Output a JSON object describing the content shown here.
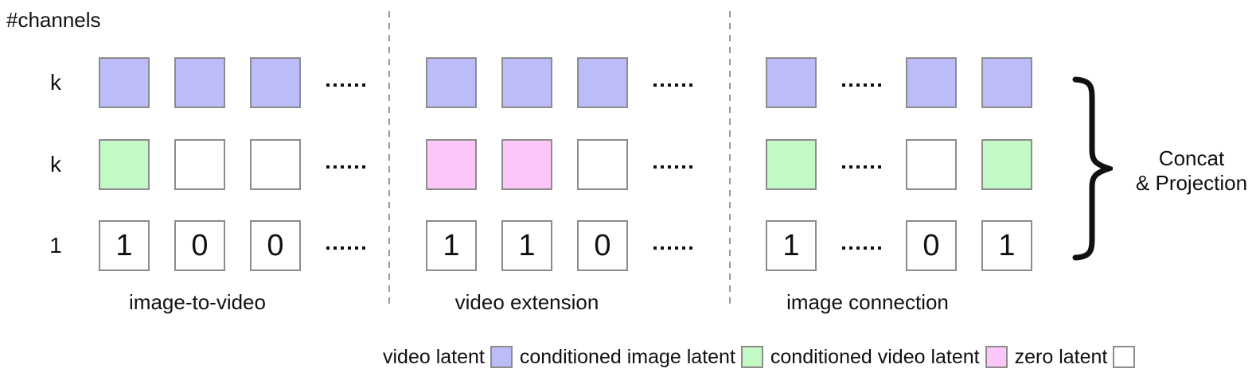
{
  "channels_label": "#channels",
  "row_labels": [
    "k",
    "k",
    "1"
  ],
  "ellipsis": "......",
  "colors": {
    "video": "#bcbcf8",
    "image_cond": "#c3f9c4",
    "video_cond": "#fcc6f8",
    "zero": "#ffffff",
    "border": "#8c8c8c",
    "dot": "#111111"
  },
  "panels": [
    {
      "label": "image-to-video",
      "rows": [
        [
          {
            "fill": "video"
          },
          {
            "fill": "video"
          },
          {
            "fill": "video"
          },
          {
            "dots": true
          }
        ],
        [
          {
            "fill": "image_cond"
          },
          {
            "fill": "zero"
          },
          {
            "fill": "zero"
          },
          {
            "dots": true
          }
        ],
        [
          {
            "fill": "zero",
            "text": "1"
          },
          {
            "fill": "zero",
            "text": "0"
          },
          {
            "fill": "zero",
            "text": "0"
          },
          {
            "dots": true
          }
        ]
      ]
    },
    {
      "label": "video extension",
      "rows": [
        [
          {
            "fill": "video"
          },
          {
            "fill": "video"
          },
          {
            "fill": "video"
          },
          {
            "dots": true
          }
        ],
        [
          {
            "fill": "video_cond"
          },
          {
            "fill": "video_cond"
          },
          {
            "fill": "zero"
          },
          {
            "dots": true
          }
        ],
        [
          {
            "fill": "zero",
            "text": "1"
          },
          {
            "fill": "zero",
            "text": "1"
          },
          {
            "fill": "zero",
            "text": "0"
          },
          {
            "dots": true
          }
        ]
      ]
    },
    {
      "label": "image connection",
      "rows": [
        [
          {
            "fill": "video"
          },
          {
            "dots": true
          },
          {
            "fill": "video"
          },
          {
            "fill": "video"
          }
        ],
        [
          {
            "fill": "image_cond"
          },
          {
            "dots": true
          },
          {
            "fill": "zero"
          },
          {
            "fill": "image_cond"
          }
        ],
        [
          {
            "fill": "zero",
            "text": "1"
          },
          {
            "dots": true
          },
          {
            "fill": "zero",
            "text": "0"
          },
          {
            "fill": "zero",
            "text": "1"
          }
        ]
      ]
    }
  ],
  "brace": {
    "line1": "Concat",
    "line2": "& Projection"
  },
  "legend": [
    {
      "label": "video latent",
      "color": "video"
    },
    {
      "label": "conditioned image latent",
      "color": "image_cond"
    },
    {
      "label": "conditioned video latent",
      "color": "video_cond"
    },
    {
      "label": "zero latent",
      "color": "zero"
    }
  ]
}
